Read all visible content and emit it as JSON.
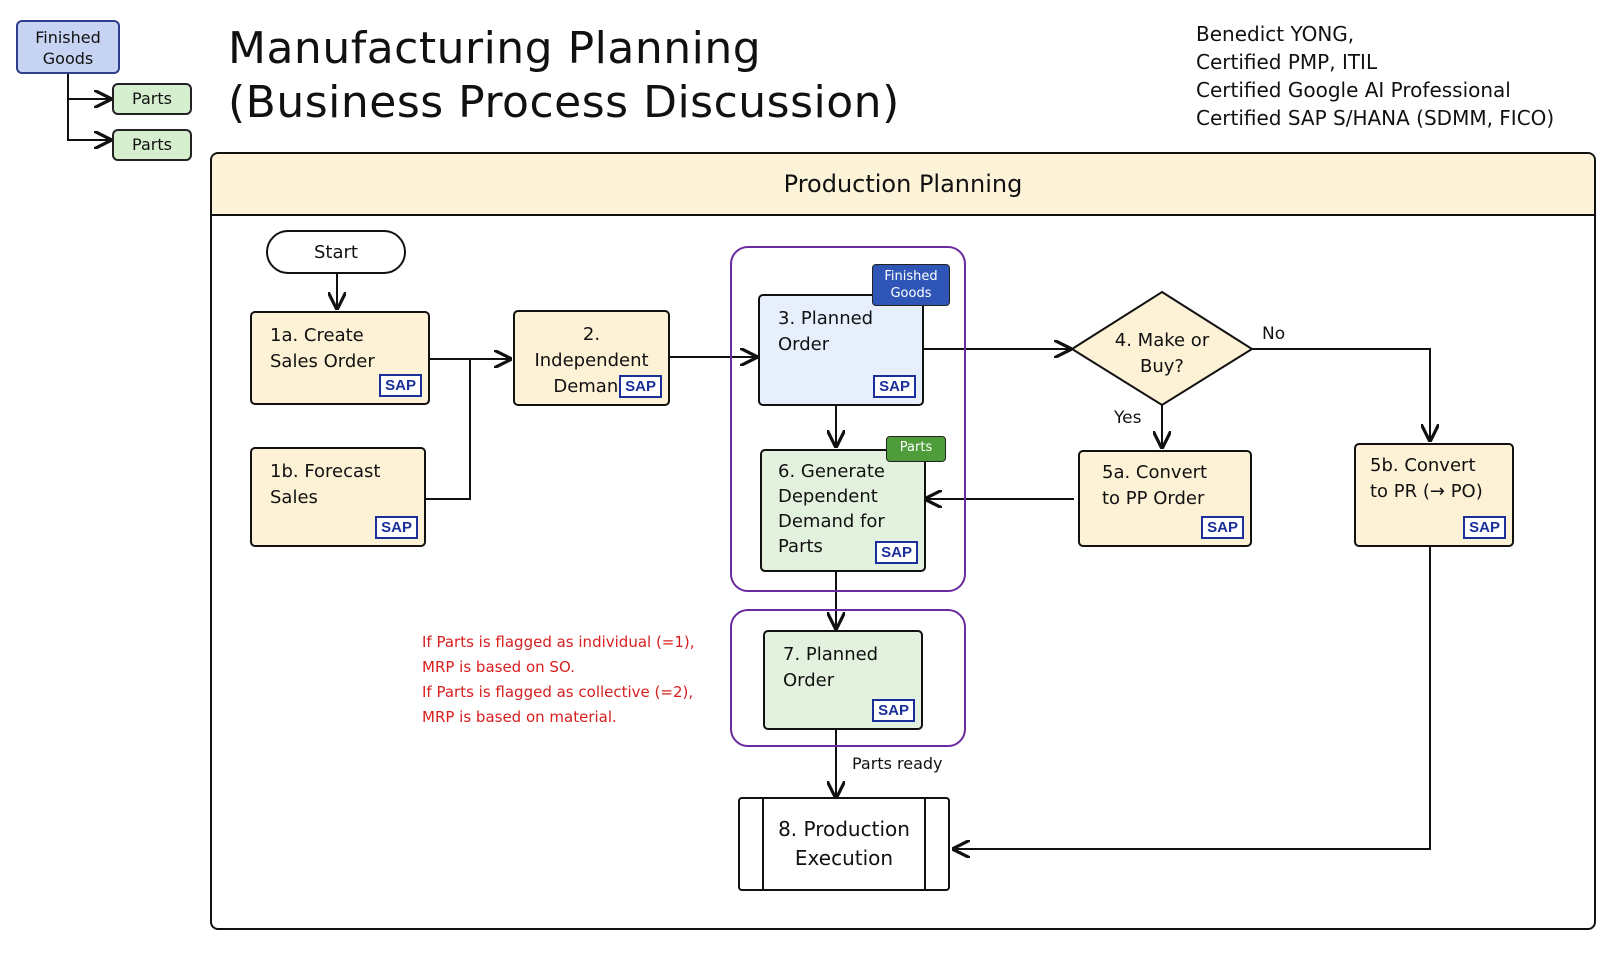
{
  "title": {
    "line1": "Manufacturing Planning",
    "line2": "(Business Process Discussion)"
  },
  "author": {
    "line1": "Benedict YONG,",
    "line2": "Certified PMP, ITIL",
    "line3": "Certified Google AI Professional",
    "line4": "Certified SAP S/HANA (SDMM, FICO)"
  },
  "legend": {
    "finished_goods": "Finished Goods",
    "parts1": "Parts",
    "parts2": "Parts"
  },
  "frame": {
    "title": "Production Planning"
  },
  "start": "Start",
  "nodes": {
    "n1a": "1a. Create Sales Order",
    "n1b": "1b. Forecast Sales",
    "n2": "2. Independent Demand",
    "n3": "3. Planned Order",
    "n4": "4. Make or Buy?",
    "n5a": "5a. Convert to PP Order",
    "n5b": "5b. Convert to PR (→ PO)",
    "n6": "6. Generate Dependent Demand for Parts",
    "n7": "7. Planned Order",
    "n8": "8. Production Execution"
  },
  "tags": {
    "finished_goods": "Finished Goods",
    "parts": "Parts"
  },
  "sap": "SAP",
  "edge_labels": {
    "no": "No",
    "yes": "Yes",
    "parts_ready": "Parts ready"
  },
  "note": {
    "line1": "If Parts is flagged as individual (=1),",
    "line2": "MRP is based on SO.",
    "line3": "If Parts is flagged as collective (=2),",
    "line4": "MRP is based on material."
  },
  "colors": {
    "process_yellow": "#fdf1d6",
    "finished_goods_blue": "#2f56b7",
    "parts_green": "#4e9d3a",
    "group_purple": "#6b2a9e",
    "note_red": "#d81e1e",
    "sap_blue": "#1a2f9a"
  }
}
